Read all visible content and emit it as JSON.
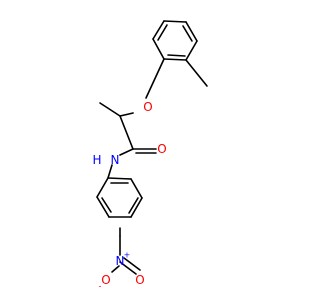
{
  "molecule": {
    "colors": {
      "bond": "#000000",
      "O": "#ff0000",
      "N": "#0000ff"
    },
    "labels": {
      "ether_o": "O",
      "amide_o": "O",
      "amide_n": "N",
      "amide_h": "H",
      "nitro_n": "N",
      "nitro_o1": "O",
      "nitro_o2": "O",
      "plus": "+",
      "minus": "-"
    }
  }
}
